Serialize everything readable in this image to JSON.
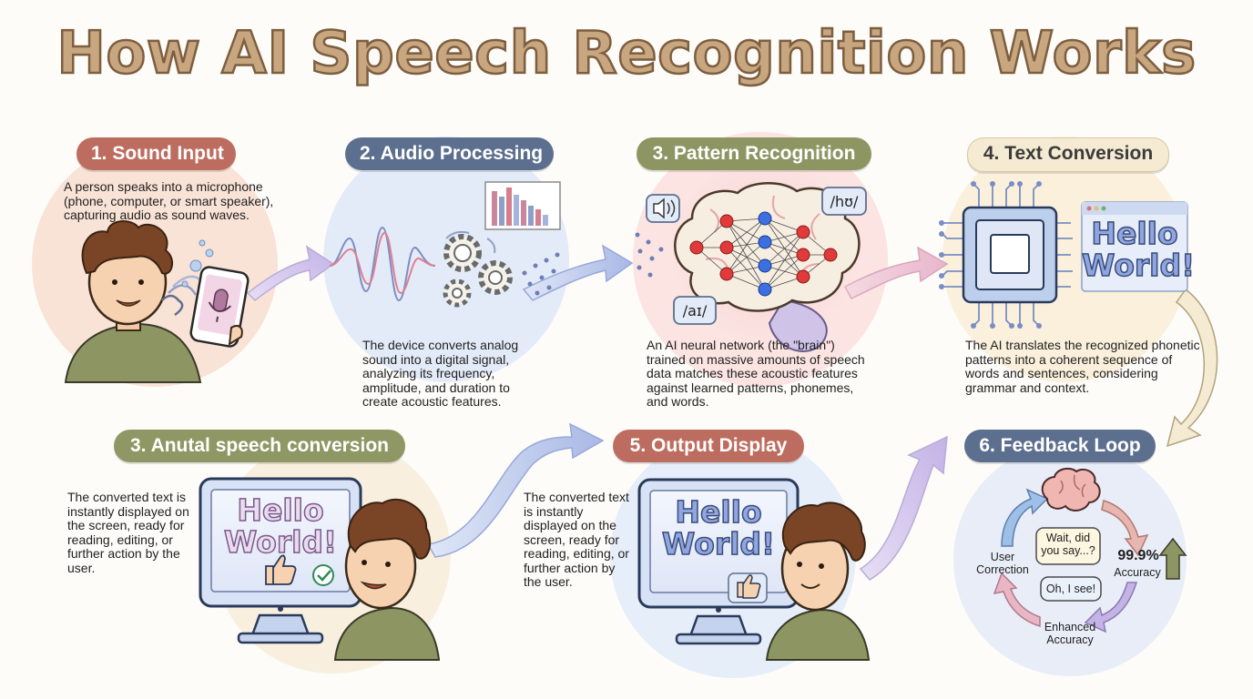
{
  "title": "How AI Speech Recognition Works",
  "steps": [
    {
      "label": "1. Sound Input",
      "text": "A person speaks into a microphone (phone, computer, or smart speaker), capturing audio as sound waves."
    },
    {
      "label": "2. Audio Processing",
      "text": "The device converts analog sound into a digital signal, analyzing its frequency, amplitude, and duration to create acoustic features."
    },
    {
      "label": "3. Pattern Recognition",
      "text": "An AI neural network (the \"brain\") trained on massive amounts of speech data matches these acoustic features against learned patterns, phonemes, and words."
    },
    {
      "label": "4. Text Conversion",
      "text": "The AI translates the recognized phonetic patterns into a coherent sequence of words and sentences, considering grammar and context."
    },
    {
      "label": "3. Anutal speech conversion",
      "text": "The converted text is instantly displayed on the screen, ready for reading, editing, or further action by the user."
    },
    {
      "label": "5. Output Display",
      "text": "The converted text is instantly displayed on the screen, ready for reading, editing, or further action by the user."
    },
    {
      "label": "6. Feedback Loop",
      "text": ""
    }
  ],
  "phonemes": {
    "a": "/hʊ/",
    "b": "/aɪ/"
  },
  "screen_text": {
    "line1": "Hello",
    "line2": "World!"
  },
  "feedback": {
    "bubble_question": "Wait, did you say...?",
    "bubble_answer": "Oh, I see!",
    "user_correction": "User Correction",
    "accuracy_value": "99.9%",
    "accuracy_label": "Accuracy",
    "enhanced": "Enhanced Accuracy"
  },
  "colors": {
    "title_fill": "#c8a680",
    "pill_1": "#bd6d5f",
    "pill_2": "#5d6f8e",
    "pill_3": "#8d9563",
    "pill_4": "#f5ebd3",
    "pill_5": "#8f9764",
    "pill_6": "#bd6d5f",
    "pill_7": "#5d6f8e"
  },
  "icons": [
    "smartphone-icon",
    "microphone-icon",
    "gear-icon",
    "spectrogram-icon",
    "brain-icon",
    "speaker-icon",
    "chip-icon",
    "monitor-icon",
    "thumbs-up-icon",
    "checkmark-icon",
    "arrow-up-icon"
  ]
}
